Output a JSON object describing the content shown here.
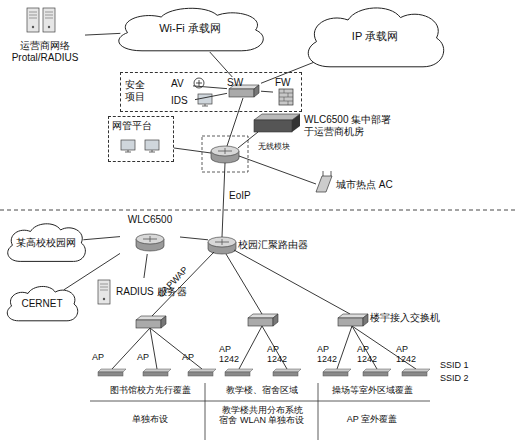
{
  "diagram": {
    "nodes": [
      {
        "text": [
          "运营商网络 Protal/RADIUS"
        ]
      },
      {
        "text": [
          "Wi-Fi 承载网"
        ]
      },
      {
        "text": [
          "IP 承载网"
        ]
      },
      {
        "text": [
          "安全 项目"
        ]
      },
      {
        "text": [
          "AV"
        ],
        "in": 3
      },
      {
        "text": [
          "IDS"
        ],
        "in": 3
      },
      {
        "text": [
          "SW"
        ],
        "in": 3
      },
      {
        "text": [
          "FW"
        ],
        "in": 3
      },
      {
        "text": [
          "网管平台"
        ]
      },
      {
        "text": [
          "无线模块",
          "WLC6500 集中部署 于运营商机房"
        ]
      },
      {
        "text": [
          "城市热点 AC"
        ]
      },
      {
        "text": [
          "某高校校园网"
        ]
      },
      {
        "text": [
          "WLC6500"
        ]
      },
      {
        "text": [
          "校园汇聚路由器"
        ]
      },
      {
        "text": [
          "CERNET"
        ]
      },
      {
        "text": [
          "RADIUS 服务器"
        ]
      },
      {
        "text": [
          "楼宇接入交换机"
        ]
      },
      {
        "text": [
          "AP"
        ]
      },
      {
        "text": [
          "AP"
        ]
      },
      {
        "text": [
          "AP"
        ]
      },
      {
        "text": [
          "AP 1242"
        ]
      },
      {
        "text": [
          "AP 1242"
        ]
      },
      {
        "text": [
          "AP 1242"
        ]
      },
      {
        "text": [
          "AP 1242"
        ]
      },
      {
        "text": [
          "AP 1242"
        ]
      }
    ],
    "edges": [
      {
        "from": 0,
        "to": 1,
        "arrow": "none"
      },
      {
        "from": 1,
        "to": 6,
        "arrow": "none"
      },
      {
        "from": 2,
        "to": 6,
        "arrow": "none"
      },
      {
        "from": 4,
        "to": 6,
        "arrow": "none"
      },
      {
        "from": 5,
        "to": 6,
        "arrow": "none"
      },
      {
        "from": 6,
        "to": 7,
        "arrow": "none"
      },
      {
        "from": 11,
        "to": 12,
        "arrow": "none"
      },
      {
        "from": 14,
        "to": 12,
        "arrow": "none"
      },
      {
        "from": 12,
        "to": 13,
        "arrow": "none"
      },
      {
        "from": 12,
        "to": 15,
        "arrow": "none"
      }
    ],
    "labels": [
      "EoIP",
      "CAPWAP",
      "SSID 1",
      "SSID 2",
      "图书馆校方先行覆盖",
      "教学楼、宿舍区域",
      "操场等室外区域覆盖",
      "单独布设",
      "教学楼共用分布系统 宿舍 WLAN 单独布设",
      "AP 室外覆盖"
    ]
  }
}
